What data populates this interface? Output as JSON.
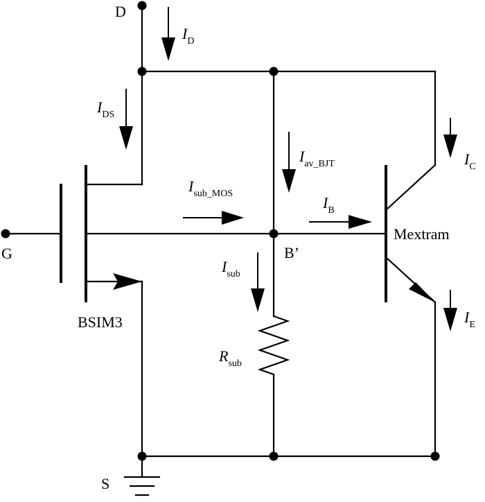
{
  "nodes": {
    "drain": "D",
    "gate": "G",
    "source": "S",
    "substrate_node": "B’"
  },
  "devices": {
    "mosfet": "BSIM3",
    "bjt": "Mextram",
    "resistor": {
      "symbol": "R",
      "subscript": "sub"
    }
  },
  "currents": {
    "drain": {
      "symbol": "I",
      "subscript": "D"
    },
    "drain_source": {
      "symbol": "I",
      "subscript": "DS"
    },
    "avalanche_bjt": {
      "symbol": "I",
      "subscript": "av_BJT"
    },
    "substrate_mos": {
      "symbol": "I",
      "subscript": "sub_MOS"
    },
    "base": {
      "symbol": "I",
      "subscript": "B"
    },
    "collector": {
      "symbol": "I",
      "subscript": "C"
    },
    "substrate": {
      "symbol": "I",
      "subscript": "sub"
    },
    "emitter": {
      "symbol": "I",
      "subscript": "E"
    }
  },
  "colors": {
    "ink": "#000000",
    "background": "#ffffff"
  }
}
